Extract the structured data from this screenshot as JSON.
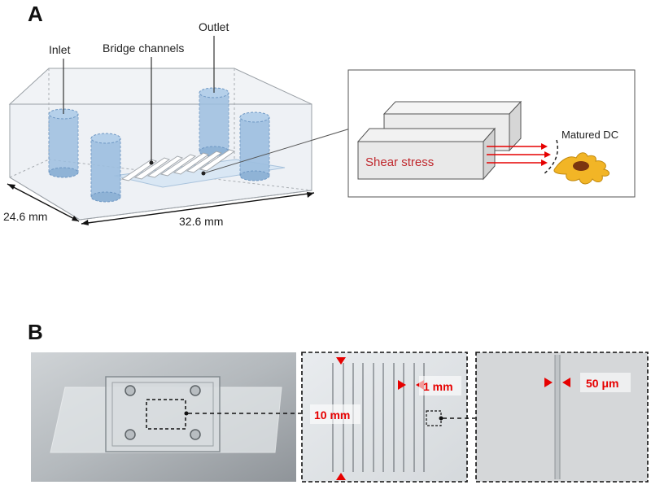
{
  "panel_a": {
    "letter": "A",
    "labels": {
      "inlet": "Inlet",
      "outlet": "Outlet",
      "bridge_channels": "Bridge channels",
      "width_dim": "24.6 mm",
      "length_dim": "32.6 mm"
    },
    "inset": {
      "shear_stress": "Shear stress",
      "matured_dc": "Matured DC"
    }
  },
  "panel_b": {
    "letter": "B",
    "micro1": {
      "channel_length": "10 mm",
      "channel_spacing": "1 mm"
    },
    "micro2": {
      "channel_width": "50 μm"
    }
  },
  "colors": {
    "cylinder_fill": "#9dbfe0",
    "cylinder_stroke": "#6f98c4",
    "shear_text": "#c0282d",
    "arrow_red": "#e60000",
    "cell_fill": "#f2b526",
    "nucleus_fill": "#7a3510"
  }
}
